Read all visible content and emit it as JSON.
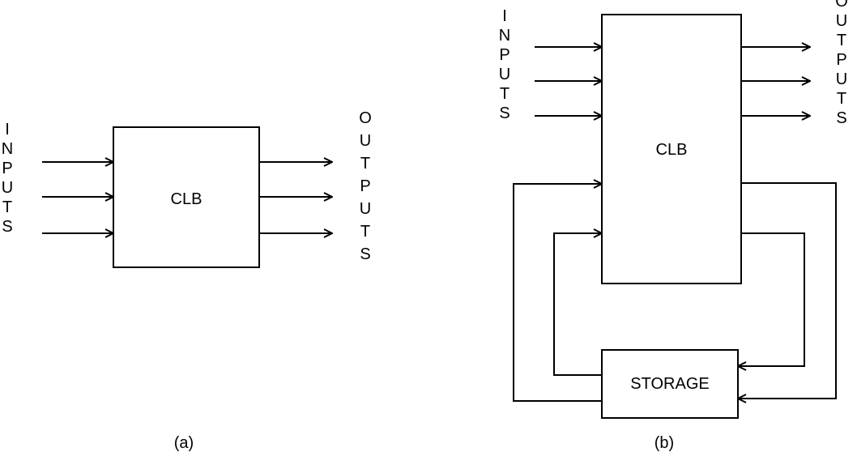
{
  "panel_a": {
    "block_label": "CLB",
    "inputs_label": "INPUTS",
    "outputs_label": "OUTPUTS",
    "caption": "(a)"
  },
  "panel_b": {
    "block_label": "CLB",
    "storage_label": "STORAGE",
    "inputs_label": "INPUTS",
    "outputs_label": "OUTPUTS",
    "caption": "(b)"
  }
}
